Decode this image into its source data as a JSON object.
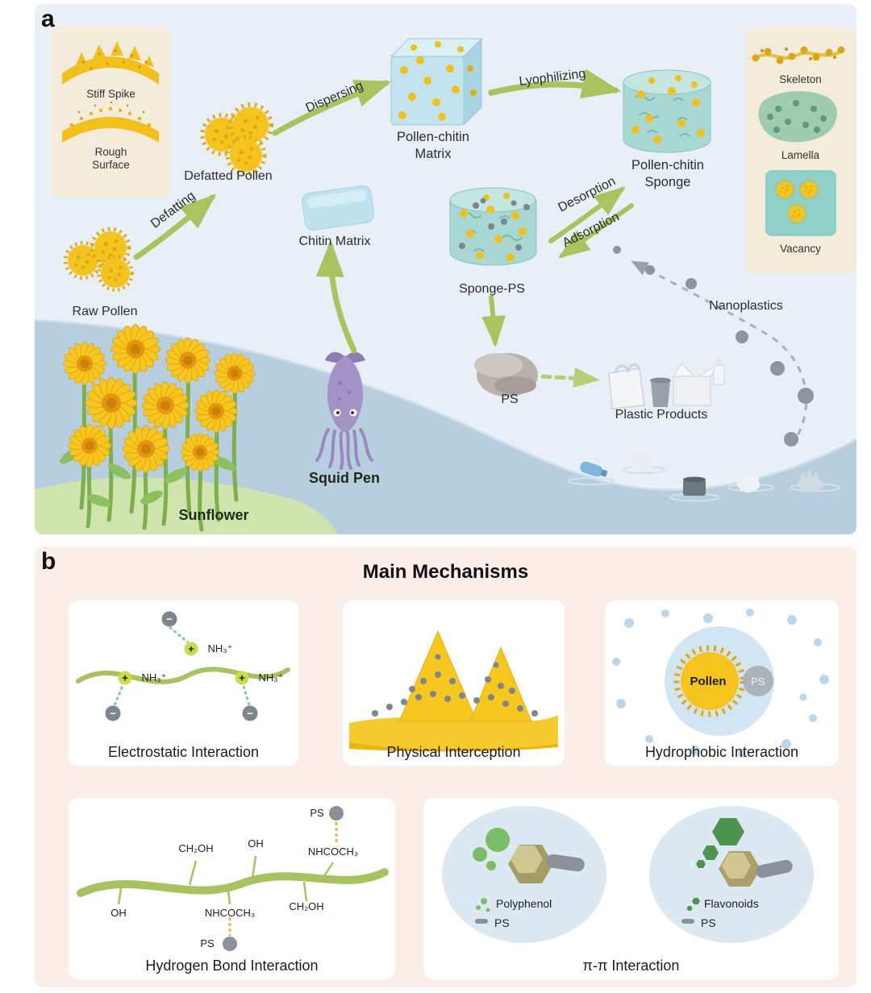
{
  "panel_a": {
    "label": "a",
    "inset_left": {
      "stiff_spike": "Stiff Spike",
      "rough_surface": "Rough Surface"
    },
    "inset_right": {
      "skeleton": "Skeleton",
      "lamella": "Lamella",
      "vacancy": "Vacancy"
    },
    "steps": {
      "raw_pollen": "Raw Pollen",
      "defatting": "Defatting",
      "defatted_pollen": "Defatted Pollen",
      "dispersing": "Dispersing",
      "pollen_chitin_matrix": "Pollen-chitin Matrix",
      "lyophilizing": "Lyophilizing",
      "pollen_chitin_sponge": "Pollen-chitin Sponge",
      "chitin_matrix": "Chitin Matrix",
      "sponge_ps": "Sponge-PS",
      "desorption": "Desorption",
      "adsorption": "Adsorption",
      "nanoplastics": "Nanoplastics",
      "ps": "PS",
      "plastic_products": "Plastic Products",
      "squid_pen": "Squid Pen",
      "sunflower": "Sunflower"
    }
  },
  "panel_b": {
    "label": "b",
    "title": "Main Mechanisms",
    "electrostatic": {
      "label": "Electrostatic Interaction",
      "nh3": "NH₃⁺",
      "plus": "+",
      "minus": "−"
    },
    "physical": {
      "label": "Physical Interception"
    },
    "hydrophobic": {
      "label": "Hydrophobic Interaction",
      "pollen": "Pollen",
      "ps": "PS"
    },
    "hydrogen": {
      "label": "Hydrogen Bond Interaction",
      "ch2oh": "CH₂OH",
      "oh": "OH",
      "nhcoch3": "NHCOCH₃",
      "ps": "PS"
    },
    "pipi": {
      "label": "π-π Interaction",
      "polyphenol": "Polyphenol",
      "flavonoids": "Flavonoids",
      "ps": "PS"
    }
  },
  "colors": {
    "arrow_green": "#a7c45e",
    "pollen_yellow": "#f5c31d",
    "sponge_teal": "#a9d8d2",
    "water_blue": "#b6cedd",
    "panel_a_bg": "#e9eff6",
    "panel_b_bg": "#fbeee8",
    "inset_beige": "#f4ecda"
  }
}
